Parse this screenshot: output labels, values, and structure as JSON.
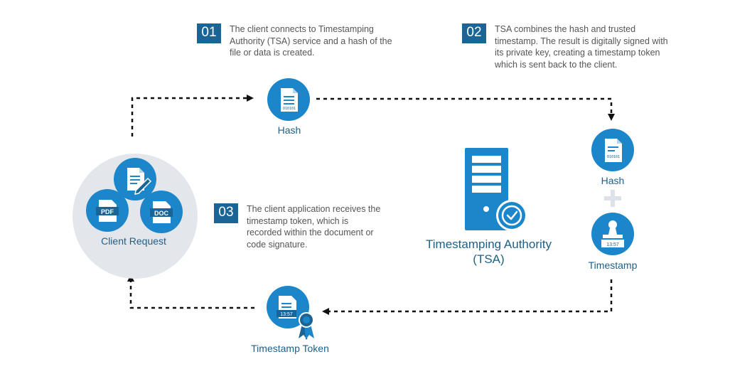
{
  "steps": [
    {
      "number": "01",
      "text": "The client connects to Timestamping Authority (TSA) service and a hash of the file or data is created."
    },
    {
      "number": "02",
      "text": "TSA combines the hash and trusted timestamp. The result is digitally signed with its private key, creating a timestamp token which is sent back to the client."
    },
    {
      "number": "03",
      "text": "The client application receives the timestamp token, which is recorded within the document or code signature."
    }
  ],
  "nodes": {
    "hash_top": {
      "label": "Hash",
      "digits": "010101"
    },
    "hash_right": {
      "label": "Hash",
      "digits": "010101"
    },
    "timestamp": {
      "label": "Timestamp",
      "time": "13:57"
    },
    "token": {
      "label": "Timestamp Token",
      "time": "13:57"
    },
    "client": {
      "label": "Client Request",
      "pdf": "PDF",
      "doc": "DOC"
    },
    "tsa": {
      "line1": "Timestamping Authority",
      "line2": "(TSA)"
    }
  },
  "colors": {
    "primary": "#1b86c9",
    "dark": "#1a6496",
    "circle_bg": "#e3e6eb",
    "arrow": "#111111"
  }
}
